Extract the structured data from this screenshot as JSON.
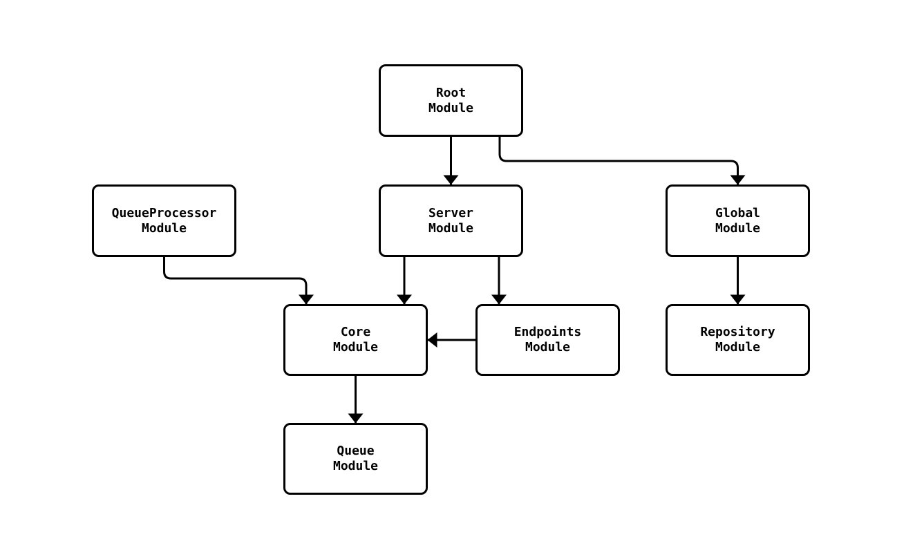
{
  "diagram": {
    "kind": "module-dependency-flowchart",
    "background_color": "#ffffff",
    "line_color": "#000000",
    "node_fill_color": "#ffffff",
    "text_color": "#000000",
    "nodes": {
      "root": {
        "line1": "Root",
        "line2": "Module"
      },
      "queueprocessor": {
        "line1": "QueueProcessor",
        "line2": "Module"
      },
      "server": {
        "line1": "Server",
        "line2": "Module"
      },
      "global": {
        "line1": "Global",
        "line2": "Module"
      },
      "core": {
        "line1": "Core",
        "line2": "Module"
      },
      "endpoints": {
        "line1": "Endpoints",
        "line2": "Module"
      },
      "repository": {
        "line1": "Repository",
        "line2": "Module"
      },
      "queue": {
        "line1": "Queue",
        "line2": "Module"
      }
    },
    "edges": [
      {
        "from": "Root Module",
        "to": "Server Module"
      },
      {
        "from": "Root Module",
        "to": "Global Module"
      },
      {
        "from": "QueueProcessor Module",
        "to": "Core Module"
      },
      {
        "from": "Server Module",
        "to": "Core Module"
      },
      {
        "from": "Server Module",
        "to": "Endpoints Module"
      },
      {
        "from": "Endpoints Module",
        "to": "Core Module"
      },
      {
        "from": "Global Module",
        "to": "Repository Module"
      },
      {
        "from": "Core Module",
        "to": "Queue Module"
      }
    ]
  }
}
